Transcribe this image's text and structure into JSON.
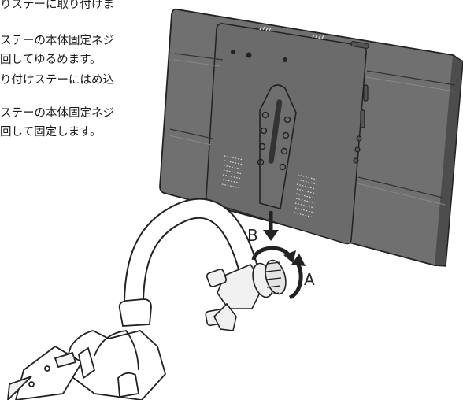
{
  "instructions": {
    "step1": {
      "line1": "りステーに取り付けま"
    },
    "step2": {
      "line1": "ステーの本体固定ネジ",
      "line2": "回してゆるめます。"
    },
    "step3": {
      "line1": "り付けステーにはめ込"
    },
    "step4": {
      "line1": "ステーの本体固定ネジ",
      "line2": "回して固定します。"
    }
  },
  "labels": {
    "b": "B",
    "a": "A"
  },
  "colors": {
    "monitor": "#707070",
    "monitor_dark": "#555555",
    "outline": "#222222",
    "mount": "#e8e8e8"
  }
}
